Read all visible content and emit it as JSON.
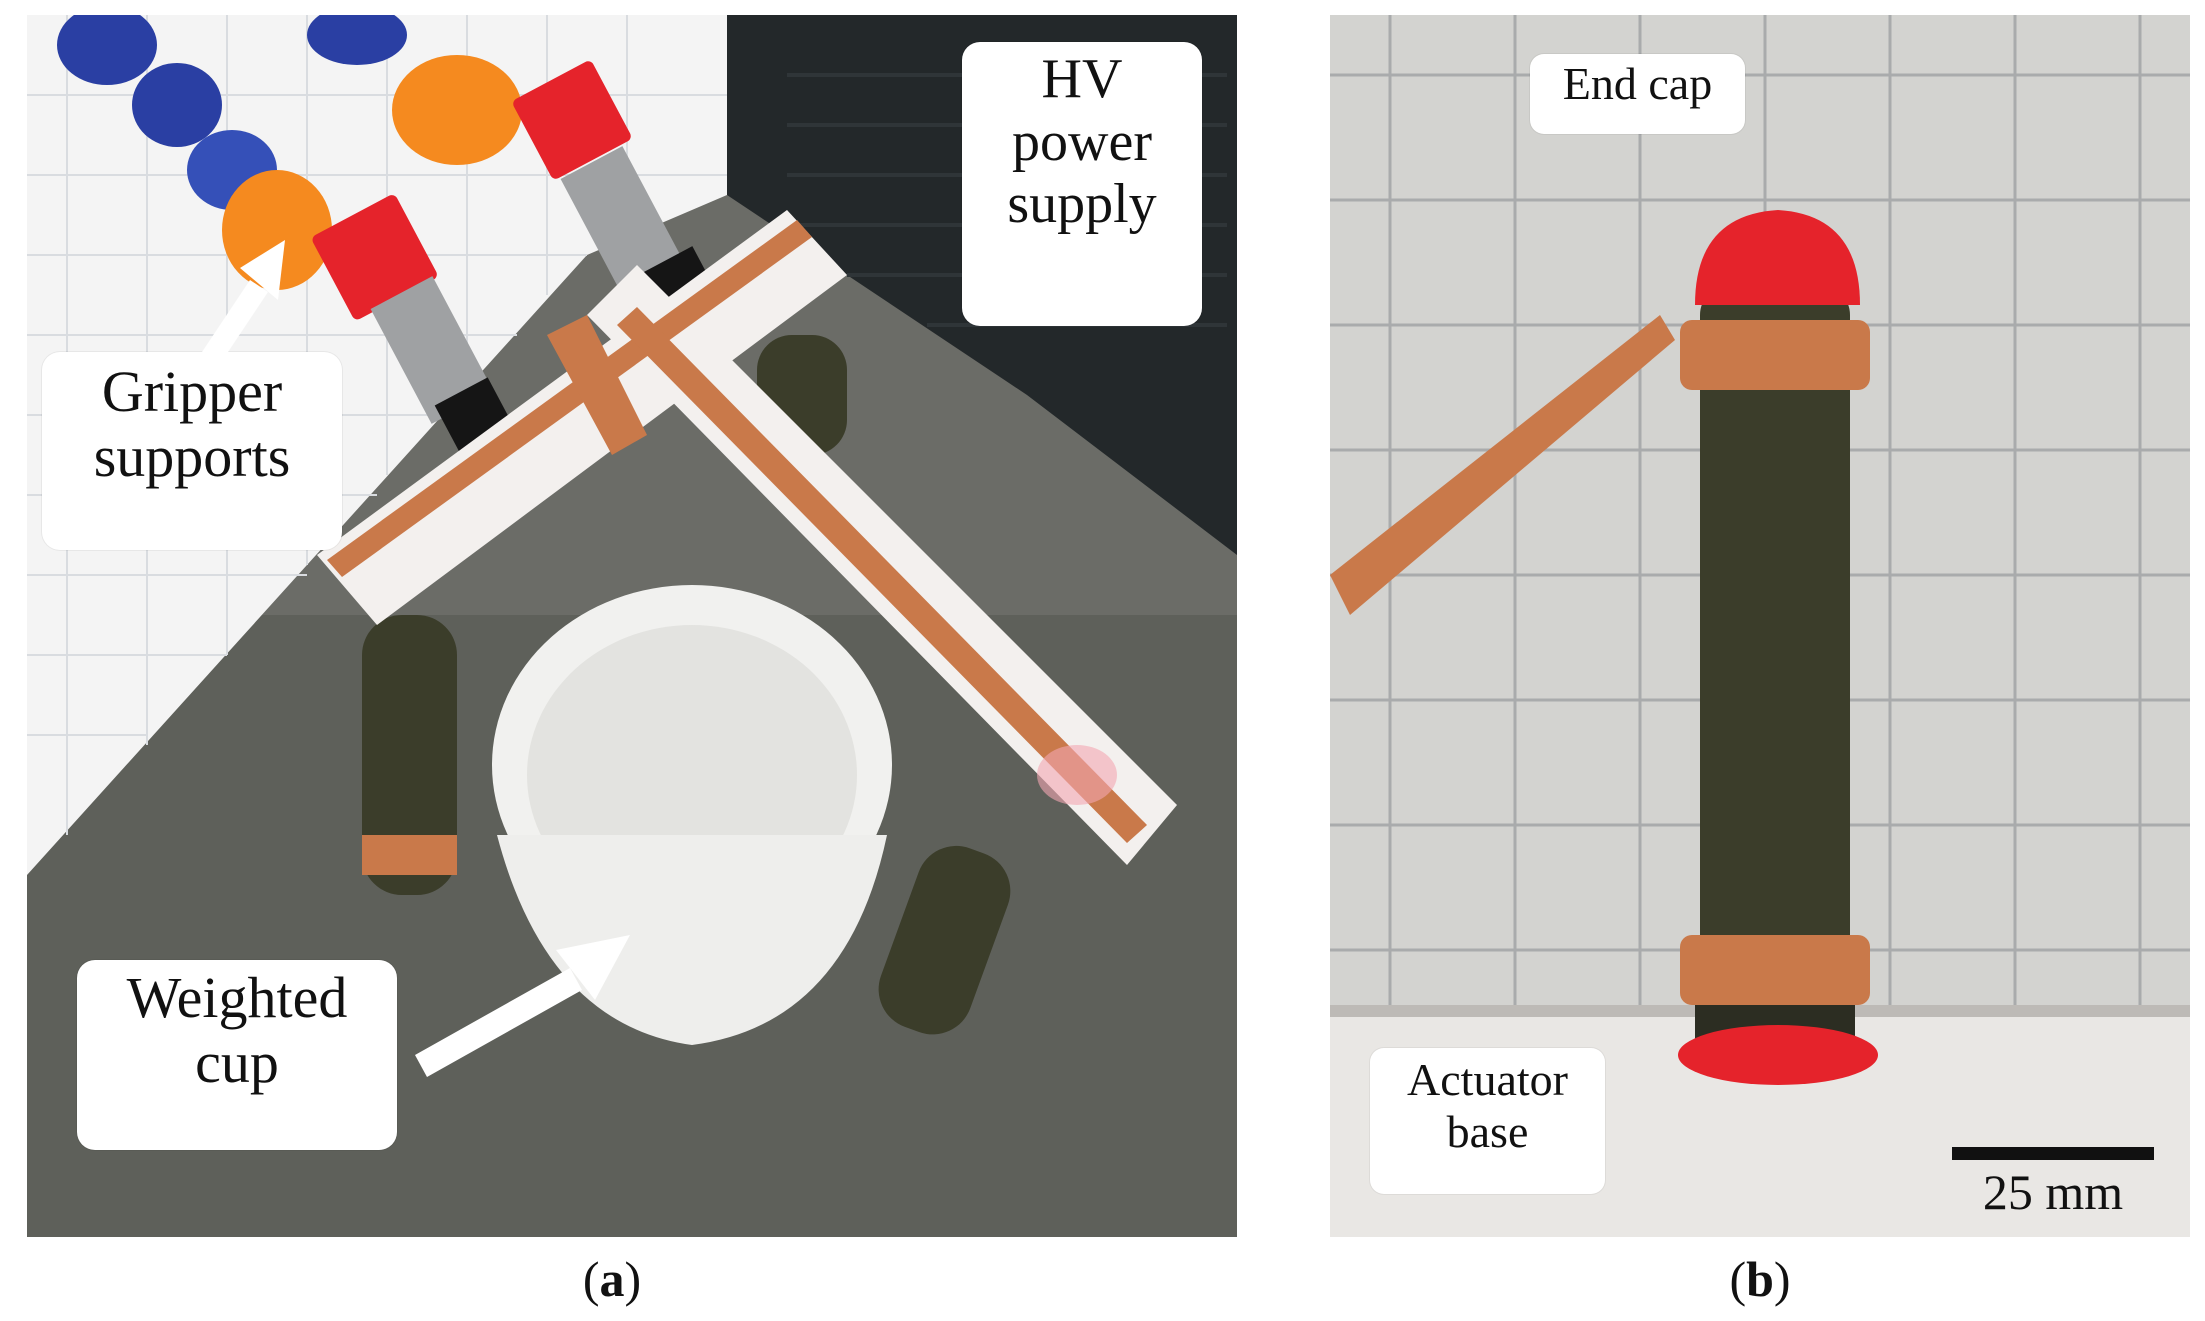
{
  "panel_a": {
    "label_open": "(",
    "label_letter": "a",
    "label_close": ")",
    "callouts": {
      "hv_power_supply": "HV\npower\nsupply",
      "gripper_supports": "Gripper\nsupports",
      "weighted_cup": "Weighted\ncup"
    }
  },
  "panel_b": {
    "label_open": "(",
    "label_letter": "b",
    "label_close": ")",
    "callouts": {
      "end_cap": "End cap",
      "actuator_base": "Actuator\nbase"
    },
    "scale_bar": "25 mm"
  },
  "colors": {
    "copper": "#c9794a",
    "red_clip": "#e5232b",
    "orange": "#f58a1f",
    "blue": "#2a3fa3",
    "actuator": "#3b3d2a",
    "plastic": "#f3f0ee"
  }
}
